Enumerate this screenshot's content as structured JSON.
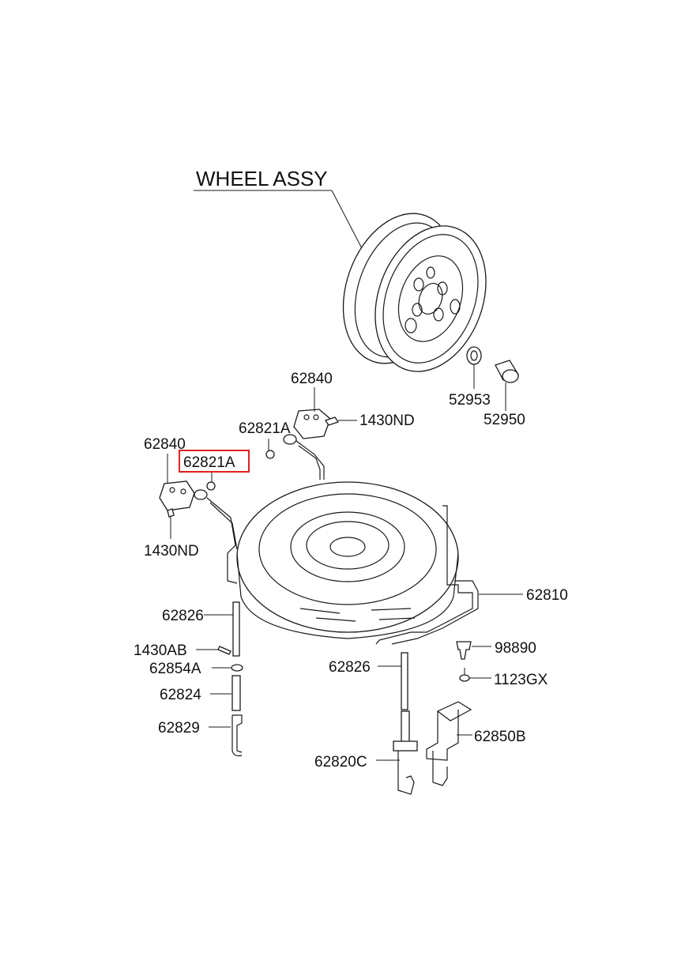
{
  "title": "WHEEL ASSY",
  "highlight_color": "#e0201f",
  "parts": {
    "p52953": "52953",
    "p52950": "52950",
    "p62840_top": "62840",
    "p1430nd_top": "1430ND",
    "p62821a_top": "62821A",
    "p62840_left": "62840",
    "p62821a_left": "62821A",
    "p1430nd_left": "1430ND",
    "p62810": "62810",
    "p62826_left": "62826",
    "p1430ab": "1430AB",
    "p62854a": "62854A",
    "p62824": "62824",
    "p62829": "62829",
    "p98890": "98890",
    "p1123gx": "1123GX",
    "p62826_mid": "62826",
    "p62850b": "62850B",
    "p62820c": "62820C"
  }
}
